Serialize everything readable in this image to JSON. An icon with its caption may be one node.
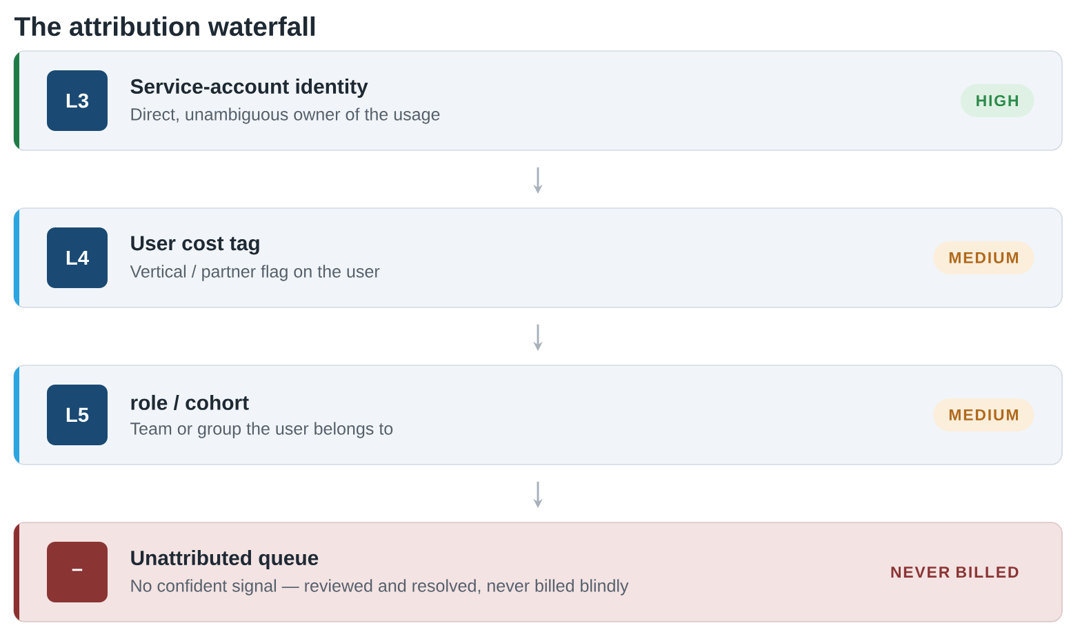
{
  "diagram": {
    "title": "The attribution waterfall",
    "nodes": [
      {
        "text": [
          "Service-account identity",
          "Direct, unambiguous owner of the usage"
        ]
      },
      {
        "text": [
          "L3"
        ],
        "in": 0
      },
      {
        "text": [
          "HIGH"
        ],
        "in": 0
      },
      {
        "text": [
          "User cost tag",
          "Vertical / partner flag on the user"
        ]
      },
      {
        "text": [
          "L4"
        ],
        "in": 3
      },
      {
        "text": [
          "MEDIUM"
        ],
        "in": 3
      },
      {
        "text": [
          "role / cohort",
          "Team or group the user belongs to"
        ]
      },
      {
        "text": [
          "L5"
        ],
        "in": 6
      },
      {
        "text": [
          "MEDIUM"
        ],
        "in": 6
      },
      {
        "text": [
          "Unattributed queue",
          "No confident signal — reviewed and resolved, never billed blindly"
        ]
      },
      {
        "text": [
          "–"
        ],
        "in": 9
      },
      {
        "text": [
          "NEVER BILLED"
        ],
        "in": 9
      }
    ],
    "edges": [
      {
        "from": 0,
        "to": 3,
        "arrow": "to"
      },
      {
        "from": 3,
        "to": 6,
        "arrow": "to"
      },
      {
        "from": 6,
        "to": 9,
        "arrow": "to"
      }
    ]
  }
}
